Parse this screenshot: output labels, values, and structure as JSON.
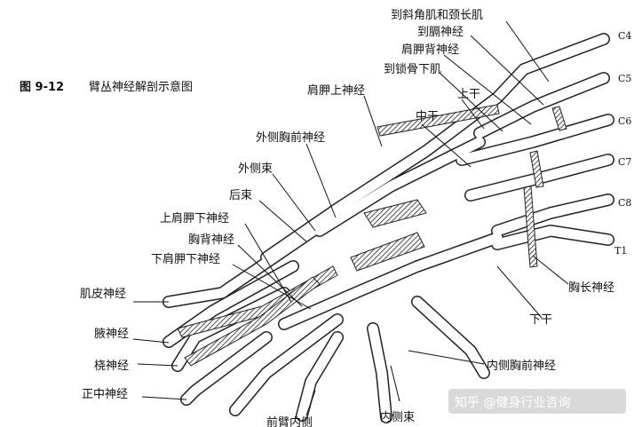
{
  "figure": {
    "number": "图 9-12",
    "caption": "臂丛神经解剖示意图"
  },
  "roots": [
    "C4",
    "C5",
    "C6",
    "C7",
    "C8",
    "T1"
  ],
  "labels": {
    "scalene": "到斜角肌和颈长肌",
    "phrenic": "到膈神经",
    "dorsal_scapular": "肩胛背神经",
    "subclavius": "到锁骨下肌",
    "upper_trunk": "上干",
    "suprascapular": "肩胛上神经",
    "middle_trunk": "中干",
    "lateral_pectoral": "外侧胸前神经",
    "lateral_cord": "外侧束",
    "posterior_cord": "后束",
    "upper_subscapular": "上肩胛下神经",
    "thoracodorsal": "胸背神经",
    "lower_subscapular": "下肩胛下神经",
    "musculocutaneous": "肌皮神经",
    "axillary": "腋神经",
    "radial": "桡神经",
    "median": "正中神经",
    "long_thoracic": "胸长神经",
    "lower_trunk": "下干",
    "medial_pectoral": "内侧胸前神经",
    "medial_cord": "内侧束",
    "medial_antebrachial": "前臂内侧"
  },
  "watermark": "知乎 @健身行业咨询"
}
